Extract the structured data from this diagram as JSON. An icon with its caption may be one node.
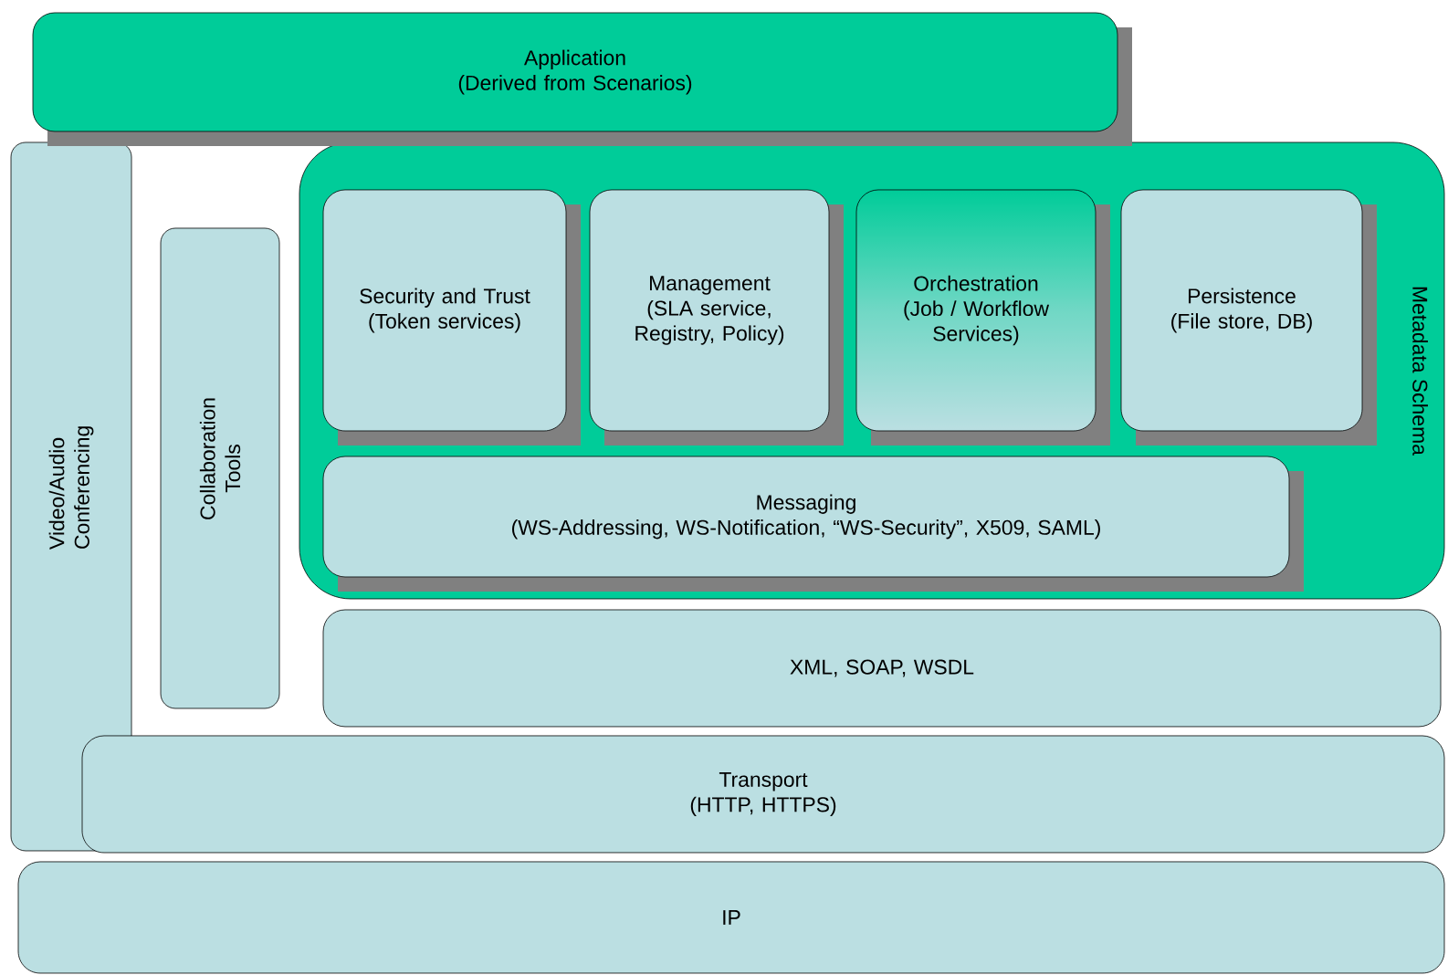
{
  "diagram": {
    "nodes": [
      {
        "text": [
          "Application",
          "(Derived from Scenarios)"
        ]
      },
      {
        "text": [
          "Metadata Schema"
        ]
      },
      {
        "text": [
          "Security and Trust",
          "(Token services)"
        ],
        "in": 1
      },
      {
        "text": [
          "Management",
          "(SLA service, Registry, Policy)"
        ],
        "in": 1
      },
      {
        "text": [
          "Orchestration",
          "(Job / Workflow Services)"
        ],
        "in": 1
      },
      {
        "text": [
          "Persistence",
          "(File store, DB)"
        ],
        "in": 1
      },
      {
        "text": [
          "Messaging",
          "(WS-Addressing, WS-Notification, “WS-Security”, X509, SAML)"
        ],
        "in": 1
      },
      {
        "text": [
          "Video/Audio Conferencing"
        ]
      },
      {
        "text": [
          "Collaboration Tools"
        ]
      },
      {
        "text": [
          "XML, SOAP, WSDL"
        ]
      },
      {
        "text": [
          "Transport",
          "(HTTP, HTTPS)"
        ]
      },
      {
        "text": [
          "IP"
        ]
      }
    ]
  }
}
